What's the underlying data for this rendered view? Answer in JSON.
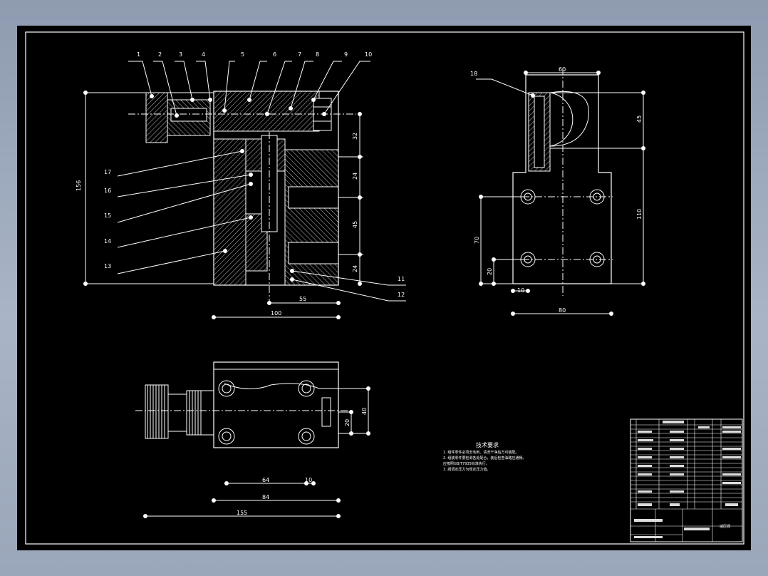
{
  "drawing": {
    "balloons_main": [
      "1",
      "2",
      "3",
      "4",
      "5",
      "6",
      "7",
      "8",
      "9",
      "10"
    ],
    "balloons_left": [
      "17",
      "16",
      "15",
      "14",
      "13"
    ],
    "balloons_right": [
      "11",
      "12"
    ],
    "balloon_side": "18",
    "main_dims": {
      "overall_height": "156",
      "d32": "32",
      "d24a": "24",
      "d45": "45",
      "d24b": "24",
      "d55": "55",
      "d100": "100"
    },
    "side_dims": {
      "d60": "60",
      "d45": "45",
      "d110": "110",
      "d70": "70",
      "d20": "20",
      "d10": "10",
      "d80": "80"
    },
    "plan_dims": {
      "d40": "40",
      "d20": "20",
      "d64": "64",
      "d10": "10",
      "d84": "84",
      "d155": "155"
    }
  },
  "notes": {
    "title": "技术要求",
    "lines": [
      "1. 组件零件必须去毛刺、清洗干净后方可装配。",
      "2. 组装零件要检测各处配合，装后检查油路应通畅。",
      "   应按照GB/T7935标准执行。",
      "3. 阀调定压力为规定压力值。"
    ]
  },
  "title_block": {
    "drawing_title": "减压阀",
    "bom_rows": 19
  }
}
